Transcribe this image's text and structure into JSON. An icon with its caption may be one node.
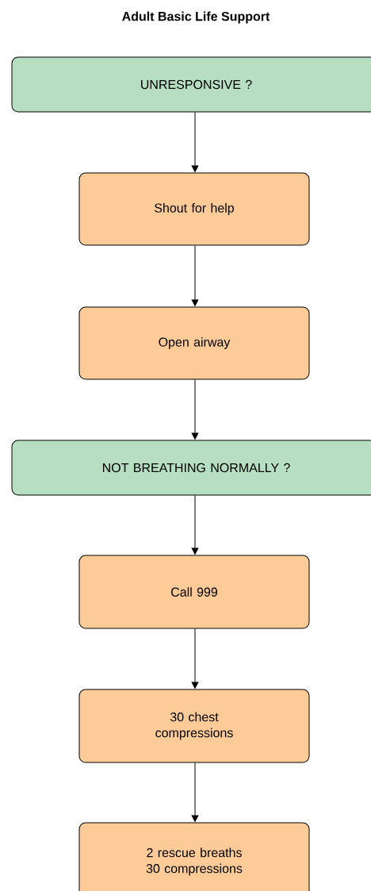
{
  "diagram": {
    "title": "Adult Basic Life Support",
    "nodes": [
      {
        "text": [
          "UNRESPONSIVE ?"
        ]
      },
      {
        "text": [
          "Shout for help"
        ]
      },
      {
        "text": [
          "Open airway"
        ]
      },
      {
        "text": [
          "NOT BREATHING NORMALLY ?"
        ]
      },
      {
        "text": [
          "Call 999"
        ]
      },
      {
        "text": [
          "30 chest compressions"
        ]
      },
      {
        "text": [
          "2 rescue breaths 30 compressions"
        ]
      }
    ],
    "edges": [
      {
        "from": 0,
        "to": 1,
        "arrow": "to"
      },
      {
        "from": 1,
        "to": 2,
        "arrow": "to"
      },
      {
        "from": 2,
        "to": 3,
        "arrow": "to"
      },
      {
        "from": 3,
        "to": 4,
        "arrow": "to"
      },
      {
        "from": 4,
        "to": 5,
        "arrow": "to"
      },
      {
        "from": 5,
        "to": 6,
        "arrow": "to"
      }
    ]
  }
}
